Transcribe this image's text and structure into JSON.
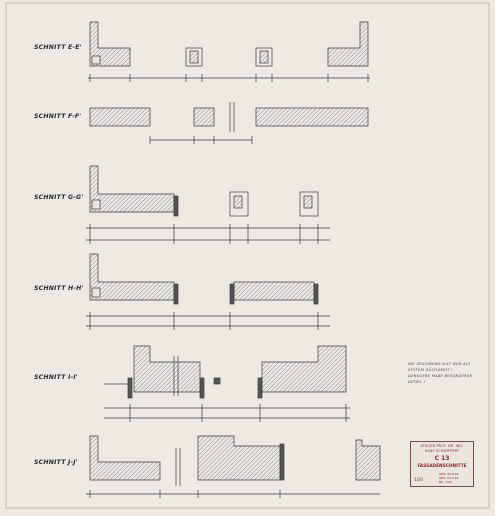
{
  "sections": [
    {
      "label": "SCHNITT E-E'"
    },
    {
      "label": "SCHNITT F-F'"
    },
    {
      "label": "SCHNITT G-G'"
    },
    {
      "label": "SCHNITT H-H'"
    },
    {
      "label": "SCHNITT I-I'"
    },
    {
      "label": "SCHNITT J-J'"
    }
  ],
  "note": {
    "line1": "DIE ZEICHNUNG GILT NUR ALS",
    "line2": "SYSTEM GÜLTIGKEIT !",
    "line3": "GENAUERE MAßE BESONDERER",
    "line4": "DETAIL !"
  },
  "title_block": {
    "office1": "ATELIER PROF. DR. ING.",
    "office2": "HANS SCHWIPPERT",
    "sheet_no": "C 13",
    "sheet_title": "FASSADENSCHNITTE",
    "scale": "1/20",
    "meta1": "GEZ. 30.8.62",
    "meta2": "GES. 10.5.62",
    "meta3": "NR. 7/20"
  }
}
